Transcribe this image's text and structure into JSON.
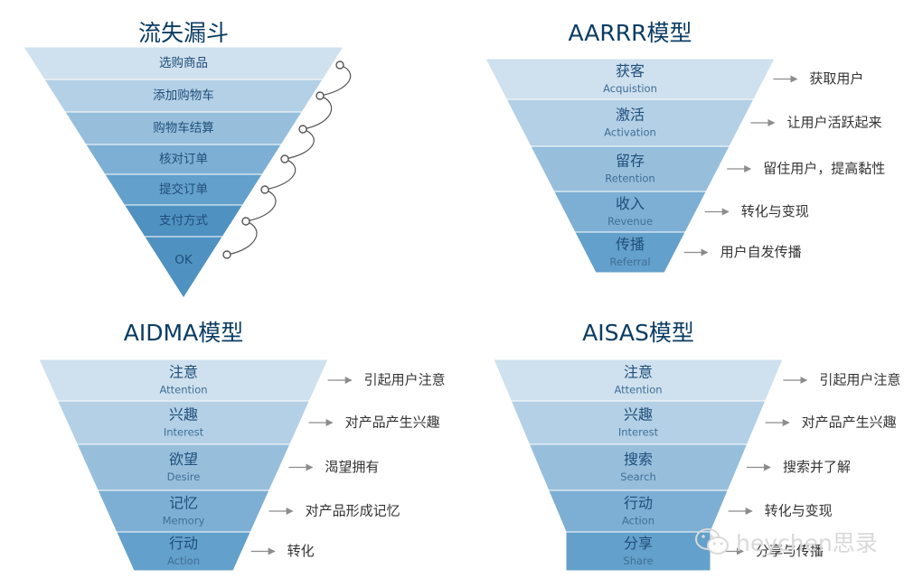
{
  "colors": {
    "title": "#0b3c63",
    "stage_text": "#1f4e79",
    "sub_text": "#3f6f96",
    "side_text": "#333333",
    "arrow": "#8c8c8c",
    "loop": "#555555",
    "shades": [
      "#cfe0ee",
      "#b3d0e6",
      "#97bfdc",
      "#7dafd4",
      "#63a0cb",
      "#4f92c2"
    ]
  },
  "diagrams": [
    {
      "id": "loss-funnel",
      "title": "流失漏斗",
      "stages": [
        {
          "label": "选购商品"
        },
        {
          "label": "添加购物车"
        },
        {
          "label": "购物车结算"
        },
        {
          "label": "核对订单"
        },
        {
          "label": "提交订单"
        },
        {
          "label": "支付方式"
        },
        {
          "label": "OK"
        }
      ]
    },
    {
      "id": "aarrr",
      "title": "AARRR模型",
      "stages": [
        {
          "label": "获客",
          "sub": "Acquistion",
          "note": "获取用户"
        },
        {
          "label": "激活",
          "sub": "Activation",
          "note": "让用户活跃起来"
        },
        {
          "label": "留存",
          "sub": "Retention",
          "note": "留住用户，提高黏性"
        },
        {
          "label": "收入",
          "sub": "Revenue",
          "note": "转化与变现"
        },
        {
          "label": "传播",
          "sub": "Referral",
          "note": "用户自发传播"
        }
      ]
    },
    {
      "id": "aidma",
      "title": "AIDMA模型",
      "stages": [
        {
          "label": "注意",
          "sub": "Attention",
          "note": "引起用户注意"
        },
        {
          "label": "兴趣",
          "sub": "Interest",
          "note": "对产品产生兴趣"
        },
        {
          "label": "欲望",
          "sub": "Desire",
          "note": "渴望拥有"
        },
        {
          "label": "记忆",
          "sub": "Memory",
          "note": "对产品形成记忆"
        },
        {
          "label": "行动",
          "sub": "Action",
          "note": "转化"
        }
      ]
    },
    {
      "id": "aisas",
      "title": "AISAS模型",
      "stages": [
        {
          "label": "注意",
          "sub": "Attention",
          "note": "引起用户注意"
        },
        {
          "label": "兴趣",
          "sub": "Interest",
          "note": "对产品产生兴趣"
        },
        {
          "label": "搜索",
          "sub": "Search",
          "note": "搜索并了解"
        },
        {
          "label": "行动",
          "sub": "Action",
          "note": "转化与变现"
        },
        {
          "label": "分享",
          "sub": "Share",
          "note": "分享与传播"
        }
      ]
    }
  ],
  "watermark": {
    "text": "heychen思录",
    "icon": "wechat-icon"
  }
}
